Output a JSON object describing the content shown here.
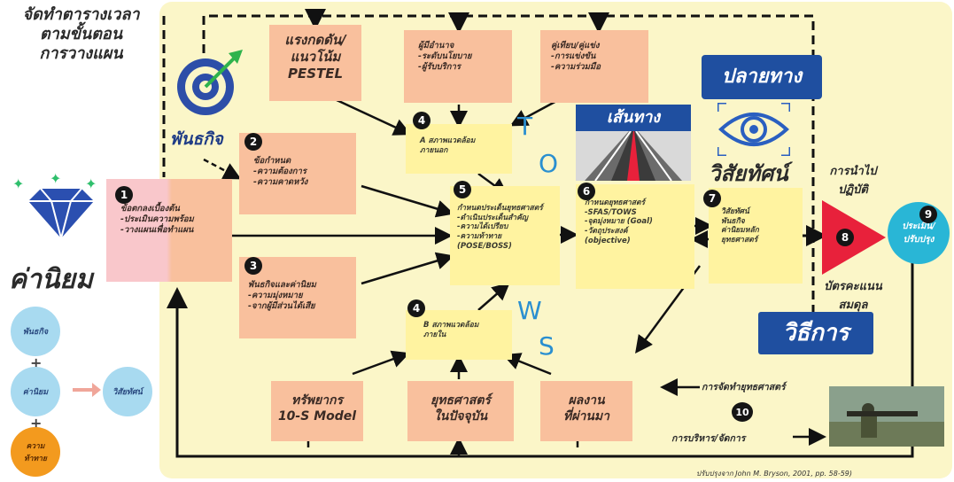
{
  "title": [
    "จัดทำตารางเวลา",
    "ตามขั้นตอน",
    "การวางแผน"
  ],
  "mission_label": "พันธกิจ",
  "values_label": "ค่านิยม",
  "destination_label": "ปลายทาง",
  "path_label": "เส้นทาง",
  "vision_label": "วิสัยทัศน์",
  "method_label": "วิธีการ",
  "implement_label": [
    "การนำไป",
    "ปฏิบัติ"
  ],
  "scorecard_label": [
    "บัตรคะแนน",
    "สมดุล"
  ],
  "tows": {
    "t": "T",
    "o": "O",
    "w": "W",
    "s": "S"
  },
  "top_boxes": [
    {
      "lines": [
        "แรงกดดัน/",
        "แนวโน้ม",
        "PESTEL"
      ]
    },
    {
      "lines": [
        "ผู้มีอำนาจ",
        "-ระดับนโยบาย",
        "-ผู้รับบริการ"
      ]
    },
    {
      "lines": [
        "คู่เทียบ/คู่แข่ง",
        "-การแข่งขัน",
        "-ความร่วมมือ"
      ]
    }
  ],
  "bottom_boxes": [
    {
      "lines": [
        "ทรัพยากร",
        "10-S Model"
      ]
    },
    {
      "lines": [
        "ยุทธศาสตร์",
        "ในปัจจุบัน"
      ]
    },
    {
      "lines": [
        "ผลงาน",
        "ที่ผ่านมา"
      ]
    }
  ],
  "steps": [
    {
      "num": "1",
      "lines": [
        "ข้อตกลงเบื้องต้น",
        "-ประเมินความพร้อม",
        "-วางแผนเพื่อทำแผน"
      ]
    },
    {
      "num": "2",
      "lines": [
        "ข้อกำหนด",
        "-ความต้องการ",
        "-ความคาดหวัง"
      ]
    },
    {
      "num": "3",
      "lines": [
        "พันธกิจและค่านิยม",
        "-ความมุ่งหมาย",
        "-จากผู้มีส่วนได้เสีย"
      ]
    },
    {
      "num": "4",
      "lines": [
        "A สภาพแวดล้อม",
        "ภายนอก"
      ]
    },
    {
      "num": "4",
      "lines": [
        "B สภาพแวดล้อม",
        "ภายใน"
      ]
    },
    {
      "num": "5",
      "lines": [
        "กำหนดประเด็นยุทธศาสตร์",
        "-ดำเนินประเด็นสำคัญ",
        "-ความได้เปรียบ",
        "-ความท้าทาย",
        "(POSE/BOSS)"
      ]
    },
    {
      "num": "6",
      "lines": [
        "กำหนดยุทธศาสตร์",
        "-SFAS/TOWS",
        "-จุดมุ่งหมาย (Goal)",
        "-วัตถุประสงค์",
        "(objective)"
      ]
    },
    {
      "num": "7",
      "lines": [
        "วิสัยทัศน์",
        "พันธกิจ",
        "ค่านิยมหลัก",
        "ยุทธศาสตร์"
      ]
    },
    {
      "num": "8",
      "lines": []
    },
    {
      "num": "9",
      "lines": [
        "ประเมิน/",
        "ปรับปรุง"
      ]
    },
    {
      "num": "10",
      "lines": []
    }
  ],
  "manage_strategy": "การจัดทำยุทธศาสตร์",
  "manage_admin": "การบริหาร/จัดการ",
  "legend": {
    "mission": "พันธกิจ",
    "values": "ค่านิยม",
    "vision": "วิสัยทัศน์",
    "goal": [
      "ความ",
      "ท้าทาย"
    ],
    "plus": "+"
  },
  "citation": "ปรับปรุงจาก John M. Bryson, 2001, pp. 58-59)",
  "colors": {
    "panel": "#fbf6c8",
    "pink_box": "#f9c09d",
    "yellow_box": "#fff3a0",
    "navy": "#1f4fa0",
    "cyan": "#29b6d6",
    "light_blue": "#a8daf0",
    "orange": "#f39a1e",
    "red": "#e8213b",
    "step_num": "#151515"
  }
}
